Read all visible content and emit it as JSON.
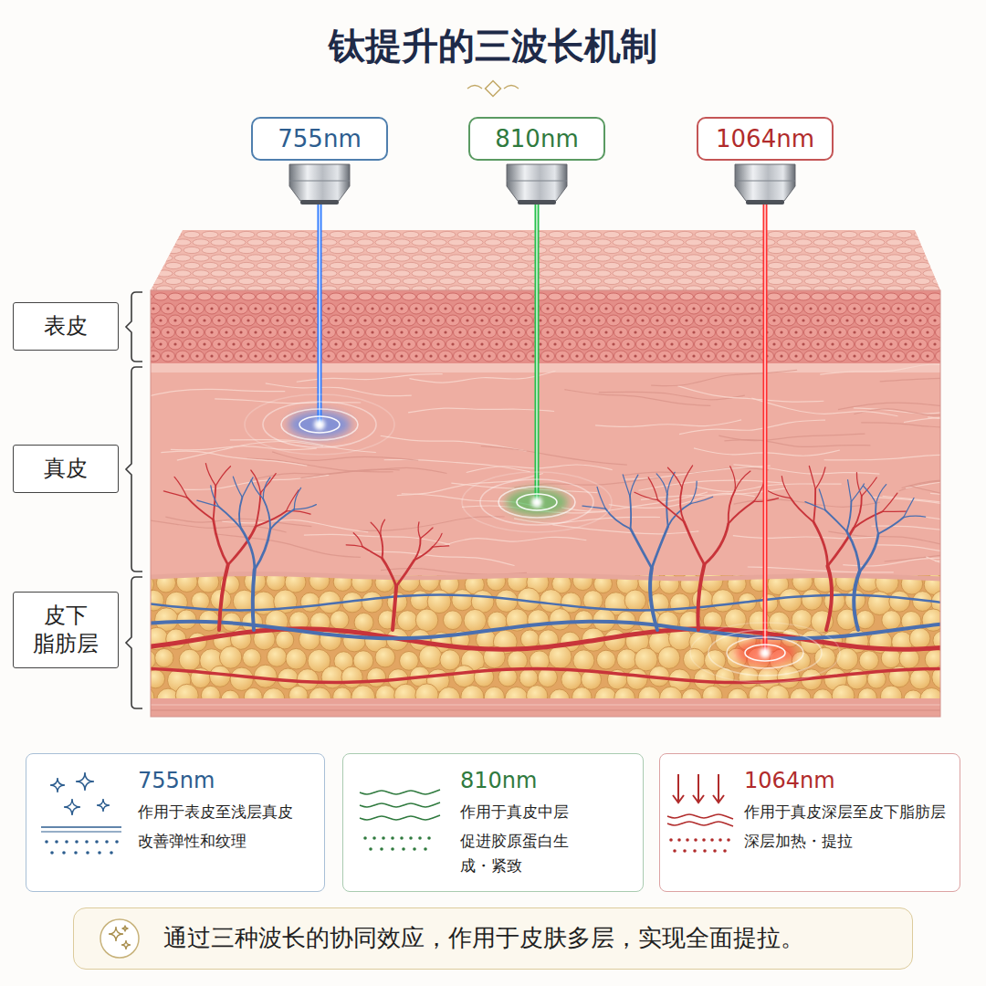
{
  "diagram": {
    "title": "钛提升的三波长机制",
    "nodes": [
      {
        "text": [
          "755nm"
        ]
      },
      {
        "text": [
          "810nm"
        ]
      },
      {
        "text": [
          "1064nm"
        ]
      },
      {
        "text": [
          "表皮"
        ]
      },
      {
        "text": [
          "真皮"
        ]
      },
      {
        "text": [
          "皮下 脂肪层"
        ]
      },
      {
        "text": [
          "755nm",
          "作用于表皮至浅层真皮",
          "改善弹性和纹理"
        ]
      },
      {
        "text": [
          "810nm",
          "作用于真皮中层",
          "促进胶原蛋白生成・紧致"
        ]
      },
      {
        "text": [
          "1064nm",
          "作用于真皮深层至皮下脂肪层",
          "深层加热・提拉"
        ]
      },
      {
        "text": [
          "通过三种波长的协同效应，作用于皮肤多层，实现全面提拉。"
        ]
      }
    ]
  }
}
